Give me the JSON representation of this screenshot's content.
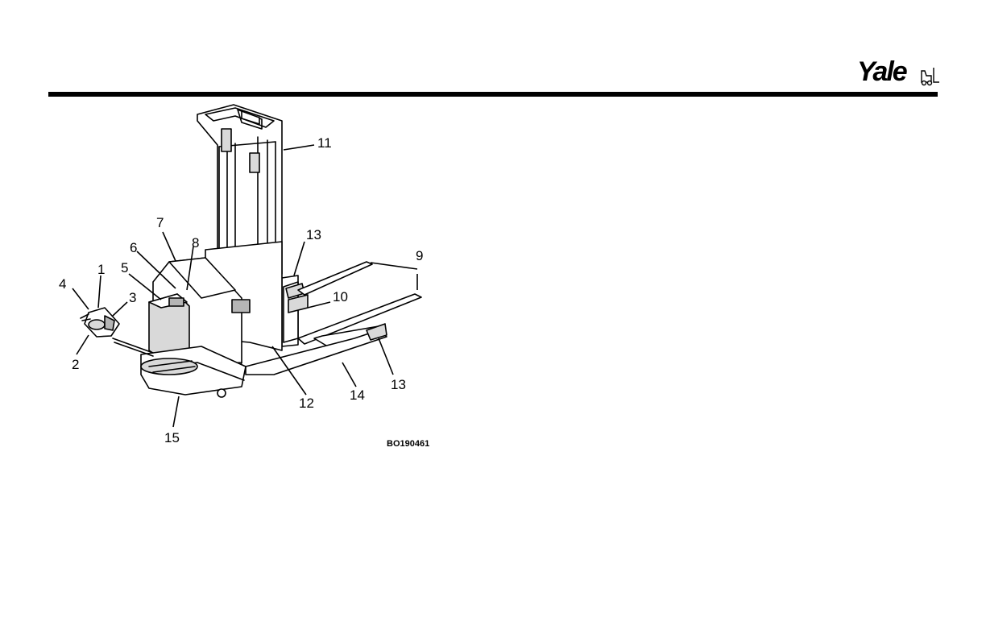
{
  "brand": {
    "name": "Yale"
  },
  "figure": {
    "code": "BO190461",
    "callouts": [
      {
        "id": "c1",
        "label": "1"
      },
      {
        "id": "c2",
        "label": "2"
      },
      {
        "id": "c3",
        "label": "3"
      },
      {
        "id": "c4",
        "label": "4"
      },
      {
        "id": "c5",
        "label": "5"
      },
      {
        "id": "c6",
        "label": "6"
      },
      {
        "id": "c7",
        "label": "7"
      },
      {
        "id": "c8",
        "label": "8"
      },
      {
        "id": "c9",
        "label": "9"
      },
      {
        "id": "c10",
        "label": "10"
      },
      {
        "id": "c11",
        "label": "11"
      },
      {
        "id": "c12",
        "label": "12"
      },
      {
        "id": "c13a",
        "label": "13"
      },
      {
        "id": "c13b",
        "label": "13"
      },
      {
        "id": "c14",
        "label": "14"
      },
      {
        "id": "c15",
        "label": "15"
      }
    ]
  }
}
